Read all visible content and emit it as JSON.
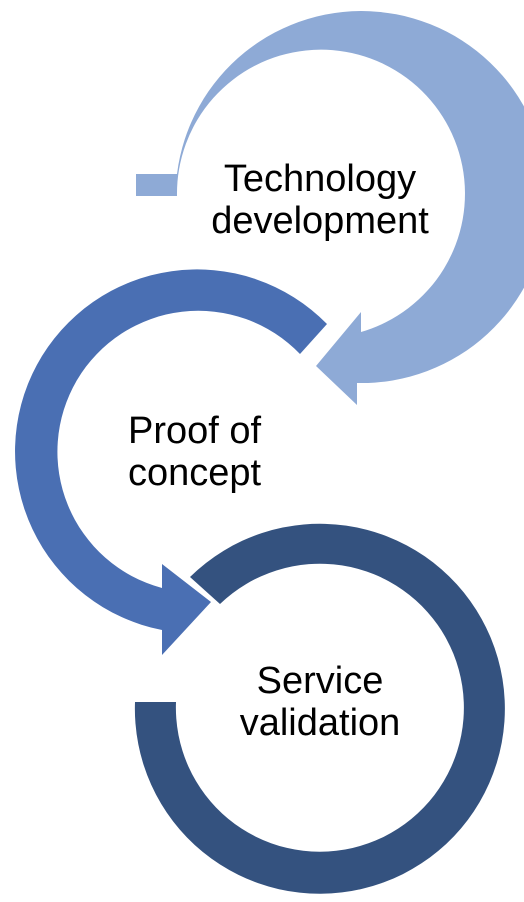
{
  "stages": [
    {
      "id": "technology",
      "line1": "Technology",
      "line2": "development",
      "color": "#8eaad6"
    },
    {
      "id": "proof",
      "line1": "Proof of",
      "line2": "concept",
      "color": "#4a6fb3"
    },
    {
      "id": "service",
      "line1": "Service",
      "line2": "validation",
      "color": "#34527f"
    }
  ]
}
